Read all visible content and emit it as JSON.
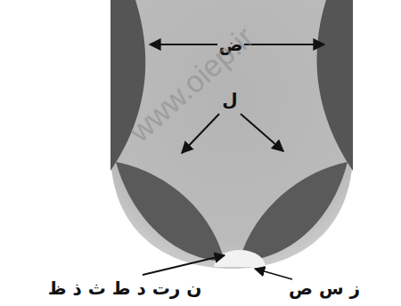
{
  "diagram": {
    "labels": [
      "ض",
      "ل",
      "ن رت د ط ث ذ ظ",
      "ز س ص",
      "www.oiep.ir"
    ]
  }
}
